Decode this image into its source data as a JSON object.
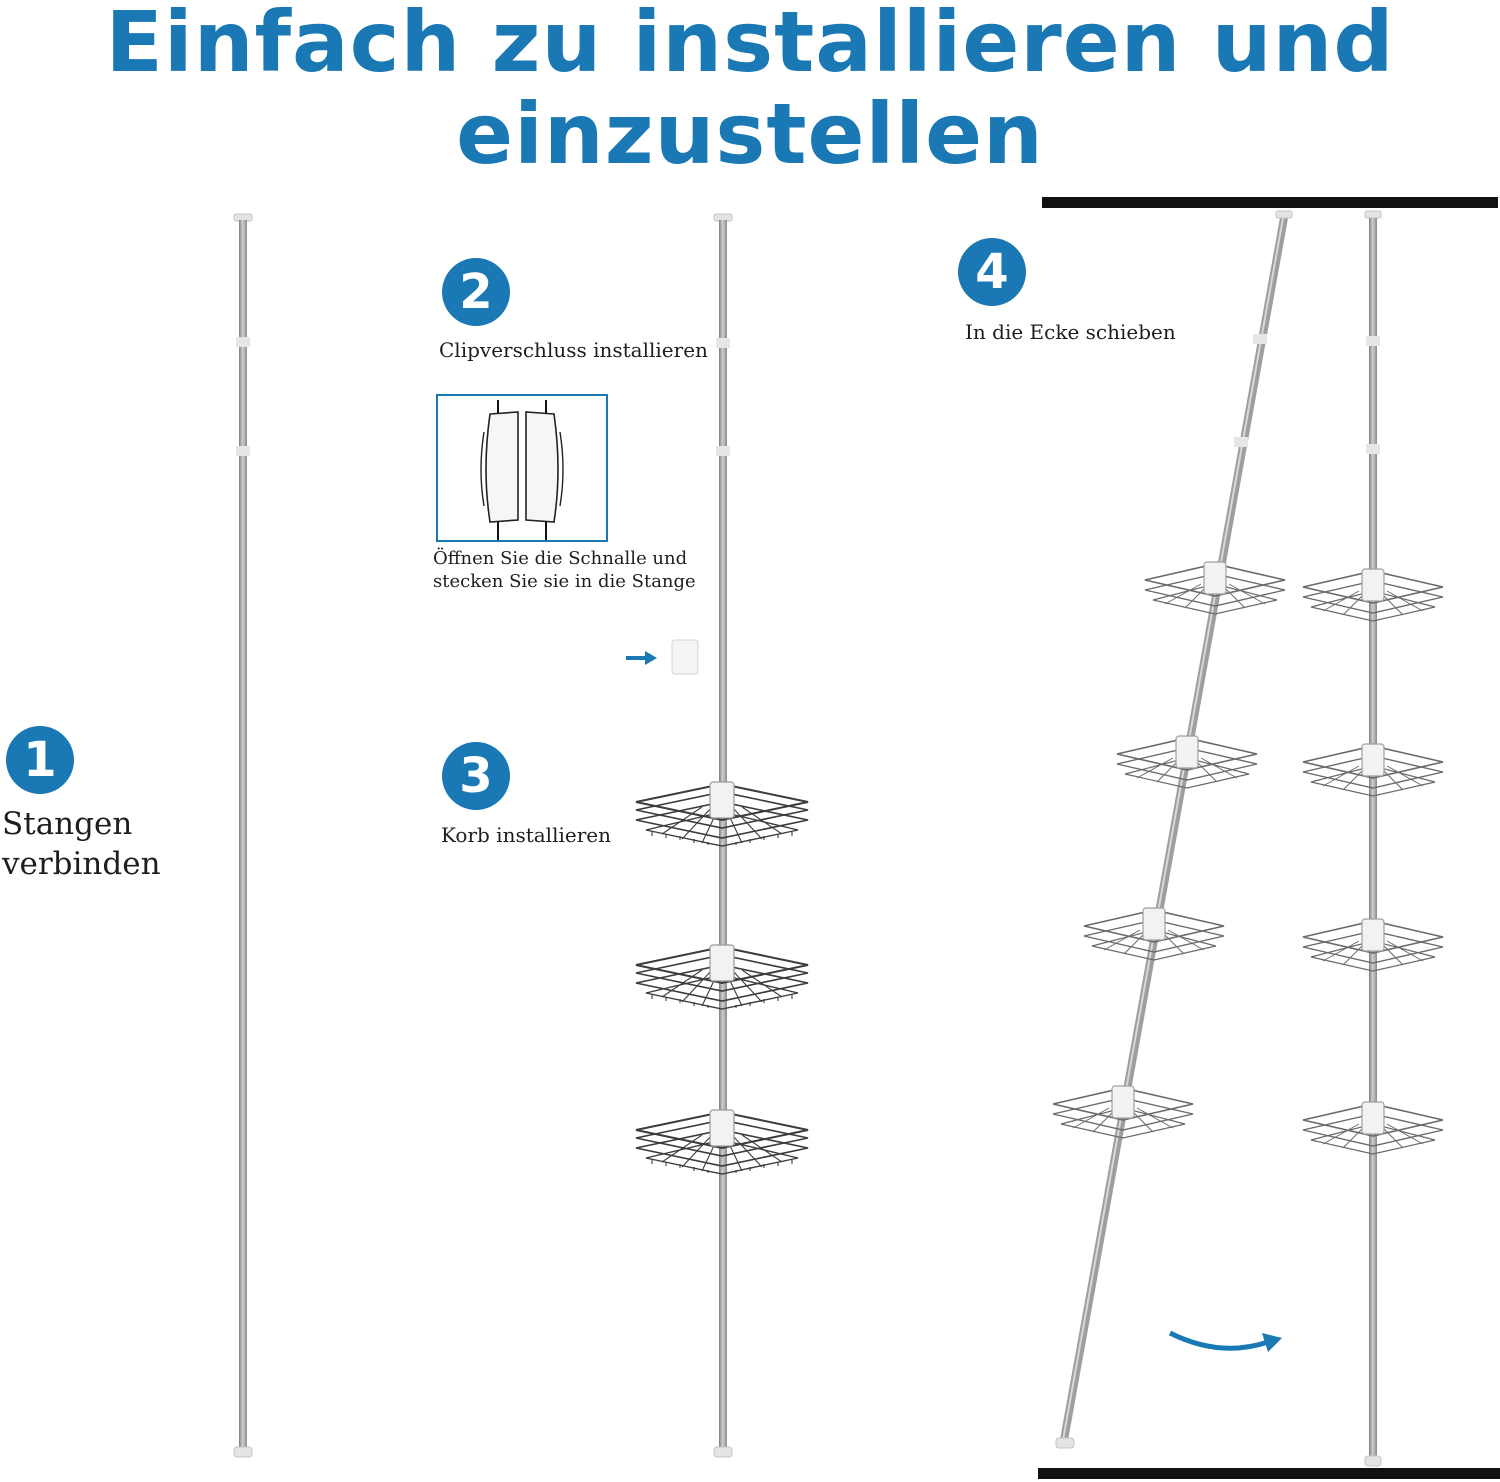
{
  "title": {
    "line1": "Einfach zu installieren und",
    "line2": "einzustellen"
  },
  "steps": [
    {
      "number": "1",
      "label_line1": "Stangen",
      "label_line2": "verbinden"
    },
    {
      "number": "2",
      "label": "Clipverschluss installieren",
      "note_line1": "Öffnen Sie die Schnalle und",
      "note_line2": "stecken Sie sie in die Stange"
    },
    {
      "number": "3",
      "label": "Korb installieren"
    },
    {
      "number": "4",
      "label": "In die Ecke schieben"
    }
  ],
  "colors": {
    "accent": "#1a78b4",
    "pole": "#a8a8a8",
    "basket": "#3c3c3c",
    "frame": "#111111"
  }
}
